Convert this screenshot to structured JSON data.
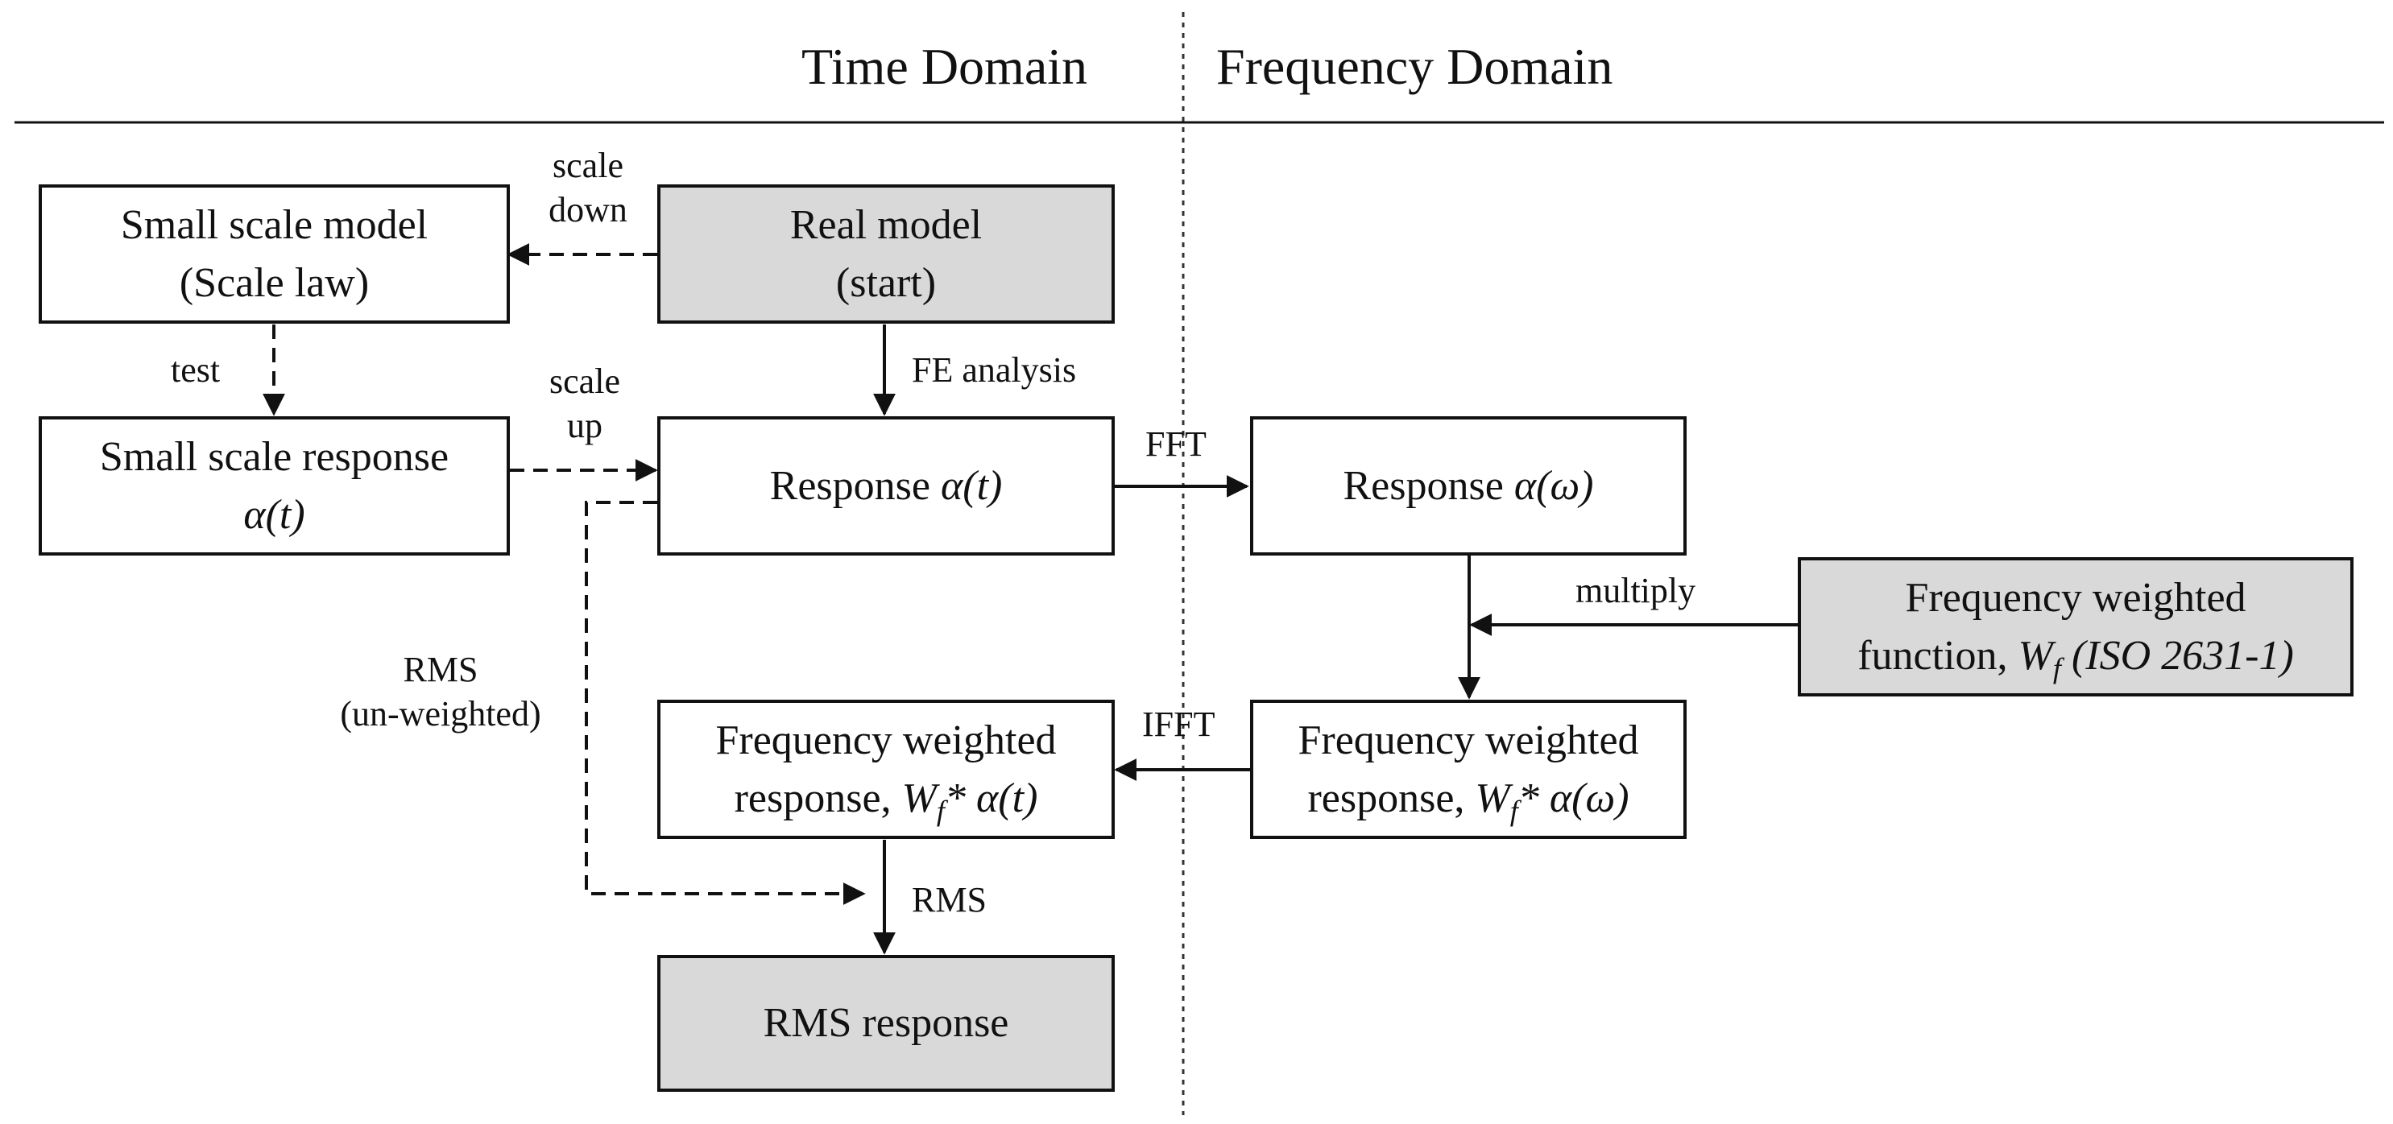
{
  "headers": {
    "time": "Time Domain",
    "frequency": "Frequency Domain"
  },
  "boxes": {
    "real_model": {
      "line1": "Real model",
      "line2": "(start)"
    },
    "small_scale_model": {
      "line1": "Small scale model",
      "line2": "(Scale law)"
    },
    "small_scale_response": {
      "line1": "Small scale response",
      "line2": "α(t)"
    },
    "response_time": {
      "text": "Response ",
      "var": "α(t)"
    },
    "response_freq": {
      "text": "Response ",
      "var": "α(ω)"
    },
    "weighting_function": {
      "line1": "Frequency weighted",
      "line2_prefix": "function, ",
      "w": "W",
      "sub": "f",
      "std": " (ISO 2631-1)"
    },
    "weighted_freq": {
      "line1": "Frequency weighted",
      "line2_prefix": "response, ",
      "w": "W",
      "sub": "f",
      "rest": "* α(ω)"
    },
    "weighted_time": {
      "line1": "Frequency weighted",
      "line2_prefix": "response, ",
      "w": "W",
      "sub": "f",
      "rest": "* α(t)"
    },
    "rms_response": {
      "text": "RMS response"
    }
  },
  "labels": {
    "scale_down": "scale\ndown",
    "test": "test",
    "scale_up": "scale\nup",
    "fe_analysis": "FE analysis",
    "fft": "FFT",
    "multiply": "multiply",
    "ifft": "IFFT",
    "rms_unweighted": "RMS\n(un-weighted)",
    "rms": "RMS"
  },
  "colors": {
    "gray_box": "#d9d9d9",
    "stroke": "#111111"
  }
}
